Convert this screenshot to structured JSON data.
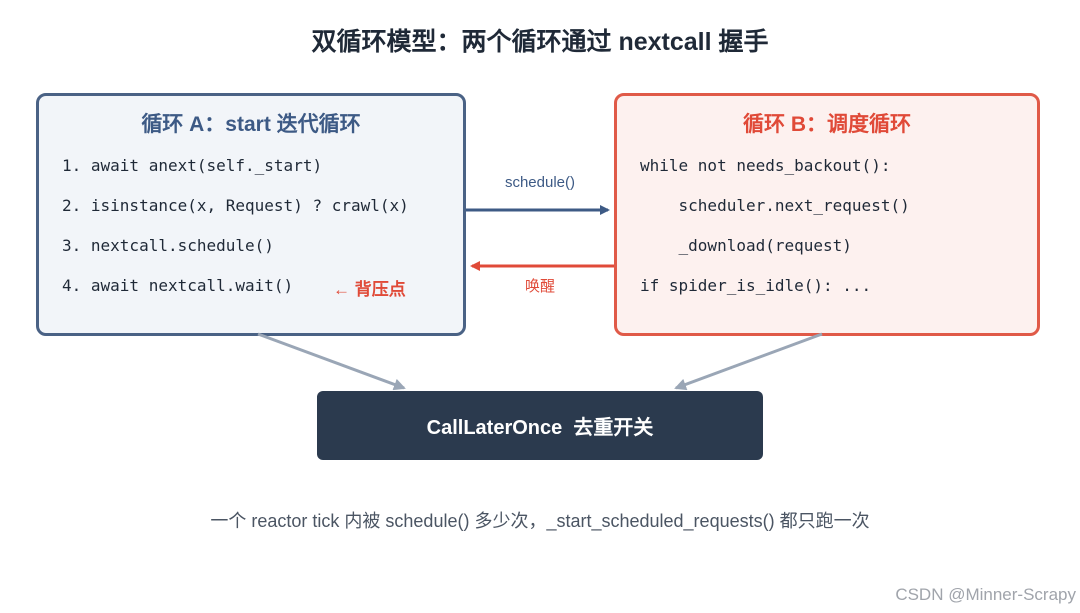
{
  "title": "双循环模型：两个循环通过 nextcall 握手",
  "loop_a": {
    "title": "循环 A：start 迭代循环",
    "lines": [
      "1. await anext(self._start)",
      "2. isinstance(x, Request) ? crawl(x)",
      "3. nextcall.schedule()",
      "4. await nextcall.wait()"
    ],
    "backpressure_note": "← 背压点"
  },
  "loop_b": {
    "title": "循环 B：调度循环",
    "lines": [
      "while not needs_backout():",
      "    scheduler.next_request()",
      "    _download(request)",
      "if spider_is_idle(): ..."
    ]
  },
  "arrows": {
    "a_to_b_label": "schedule()",
    "b_to_a_label": "唤醒"
  },
  "dedup_box": {
    "label": "CallLaterOnce  去重开关"
  },
  "caption": "一个 reactor tick 内被 schedule() 多少次，_start_scheduled_requests() 都只跑一次",
  "watermark": "CSDN @Minner-Scrapy",
  "colors": {
    "loop_a_accent": "#4a6285",
    "loop_b_accent": "#e05a48",
    "dedup_box_bg": "#2b3a4e",
    "connector_gray": "#9aa6b6"
  }
}
